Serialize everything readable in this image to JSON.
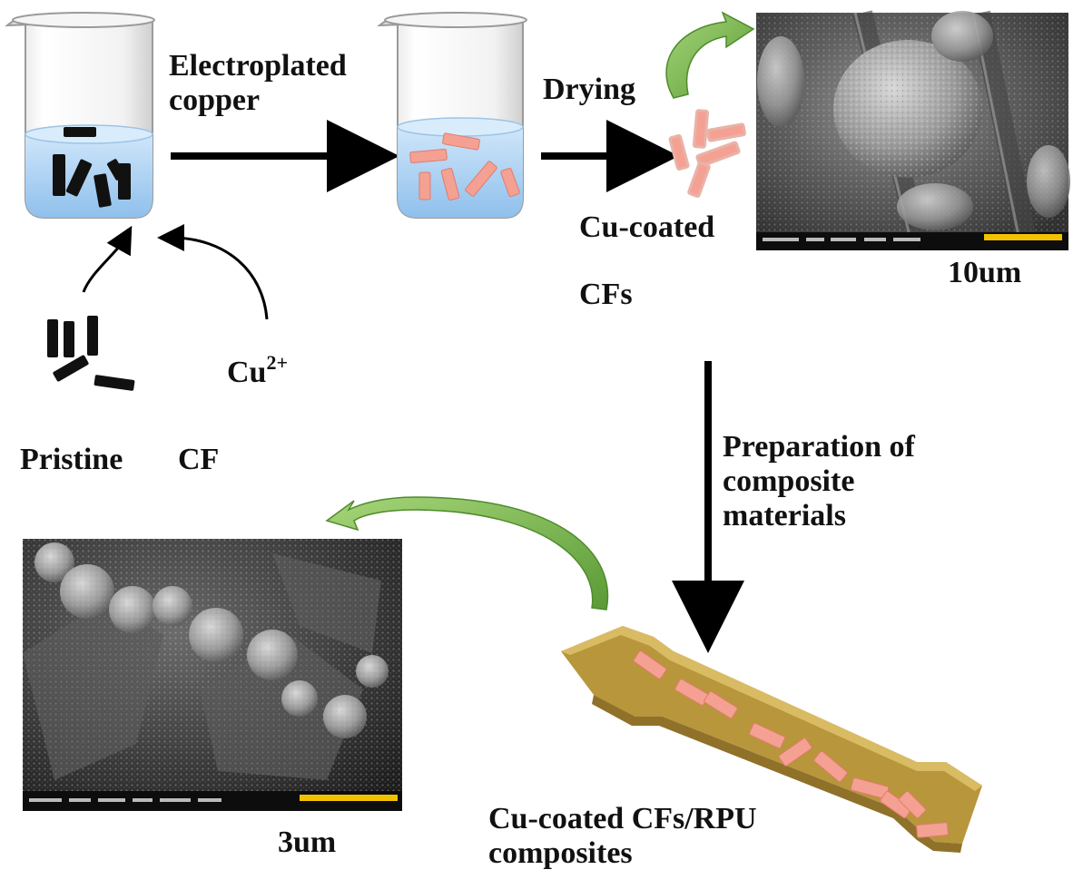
{
  "labels": {
    "electroplated_line1": "Electroplated",
    "electroplated_line2": "copper",
    "drying": "Drying",
    "cu_coated_line1": "Cu-coated",
    "cu_coated_line2": "CFs",
    "scale_top": "10um",
    "cu_ion_base": "Cu",
    "cu_ion_charge": "2+",
    "pristine": "Pristine",
    "cf": "CF",
    "preparation_line1": "Preparation of",
    "preparation_line2": "composite",
    "preparation_line3": "materials",
    "scale_bottom": "3um",
    "composite_line1": "Cu-coated CFs/RPU",
    "composite_line2": "composites"
  },
  "colors": {
    "fiber_black": "#111111",
    "fiber_copper": "#f4a193",
    "solution_blue": "#a9cff0",
    "green_arrow": "#7ab648",
    "specimen_gold": "#c9a84b",
    "scale_bar": "#f2c200"
  }
}
